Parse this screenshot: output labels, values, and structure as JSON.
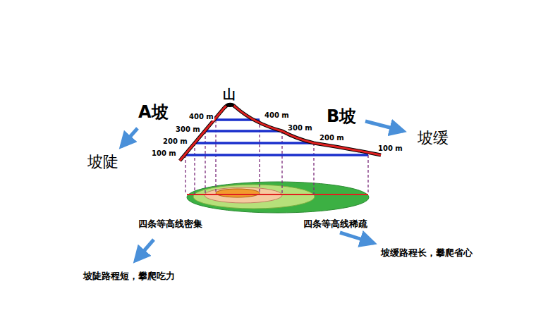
{
  "diagram": {
    "labels": [
      "山",
      "A坡",
      "B坡",
      "坡陡",
      "坡缓",
      "400 m",
      "300 m",
      "200 m",
      "100 m",
      "400 m",
      "300 m",
      "200 m",
      "100 m",
      "四条等高线密集",
      "四条等高线稀疏",
      "坡陡路程短，攀爬吃力",
      "坡缓路程长，攀爬省心"
    ]
  }
}
